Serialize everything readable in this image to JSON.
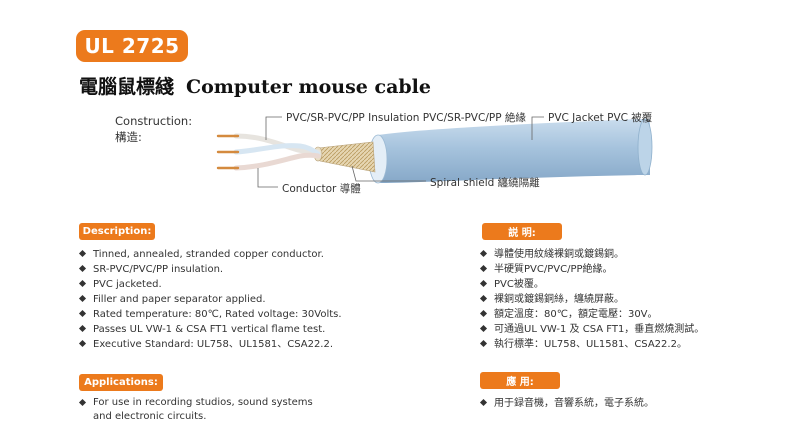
{
  "header": {
    "badge": "UL 2725",
    "title_cn": "電腦鼠標綫",
    "title_en": "Computer mouse cable"
  },
  "construction": {
    "label_en": "Construction:",
    "label_cn": "構造:",
    "callouts": {
      "insulation": "PVC/SR-PVC/PP Insulation  PVC/SR-PVC/PP 絶緣",
      "jacket": "PVC Jacket  PVC 被覆",
      "conductor": "Conductor 導體",
      "shield": "Spiral shield 纏繞隔離"
    }
  },
  "description": {
    "tag": "Description:",
    "items": [
      "Tinned, annealed, stranded copper conductor.",
      "SR-PVC/PVC/PP insulation.",
      "PVC jacketed.",
      "Filler and paper separator applied.",
      "Rated temperature: 80℃, Rated voltage: 30Volts.",
      "Passes UL VW-1 & CSA FT1 vertical flame test.",
      "Executive Standard: UL758、UL1581、CSA22.2."
    ]
  },
  "description_cn": {
    "tag": "説 明:",
    "items": [
      "導體使用紋綫裸銅或鍍錫銅。",
      "半硬質PVC/PVC/PP絶緣。",
      "PVC被覆。",
      "裸銅或鍍錫銅絲，纏繞屏蔽。",
      "額定溫度：80℃，額定電壓：30V。",
      "可通過UL VW-1 及 CSA FT1，垂直燃燒測試。",
      "執行標準：UL758、UL1581、CSA22.2。"
    ]
  },
  "applications": {
    "tag": "Applications:",
    "items": [
      "For use in recording studios, sound systems and electronic circuits."
    ]
  },
  "applications_cn": {
    "tag": "應 用:",
    "items": [
      "用于録音機，音響系統，電子系統。"
    ]
  },
  "colors": {
    "accent": "#ec7a1c",
    "jacket": "#a9c6df",
    "copper": "#d48a3e"
  }
}
